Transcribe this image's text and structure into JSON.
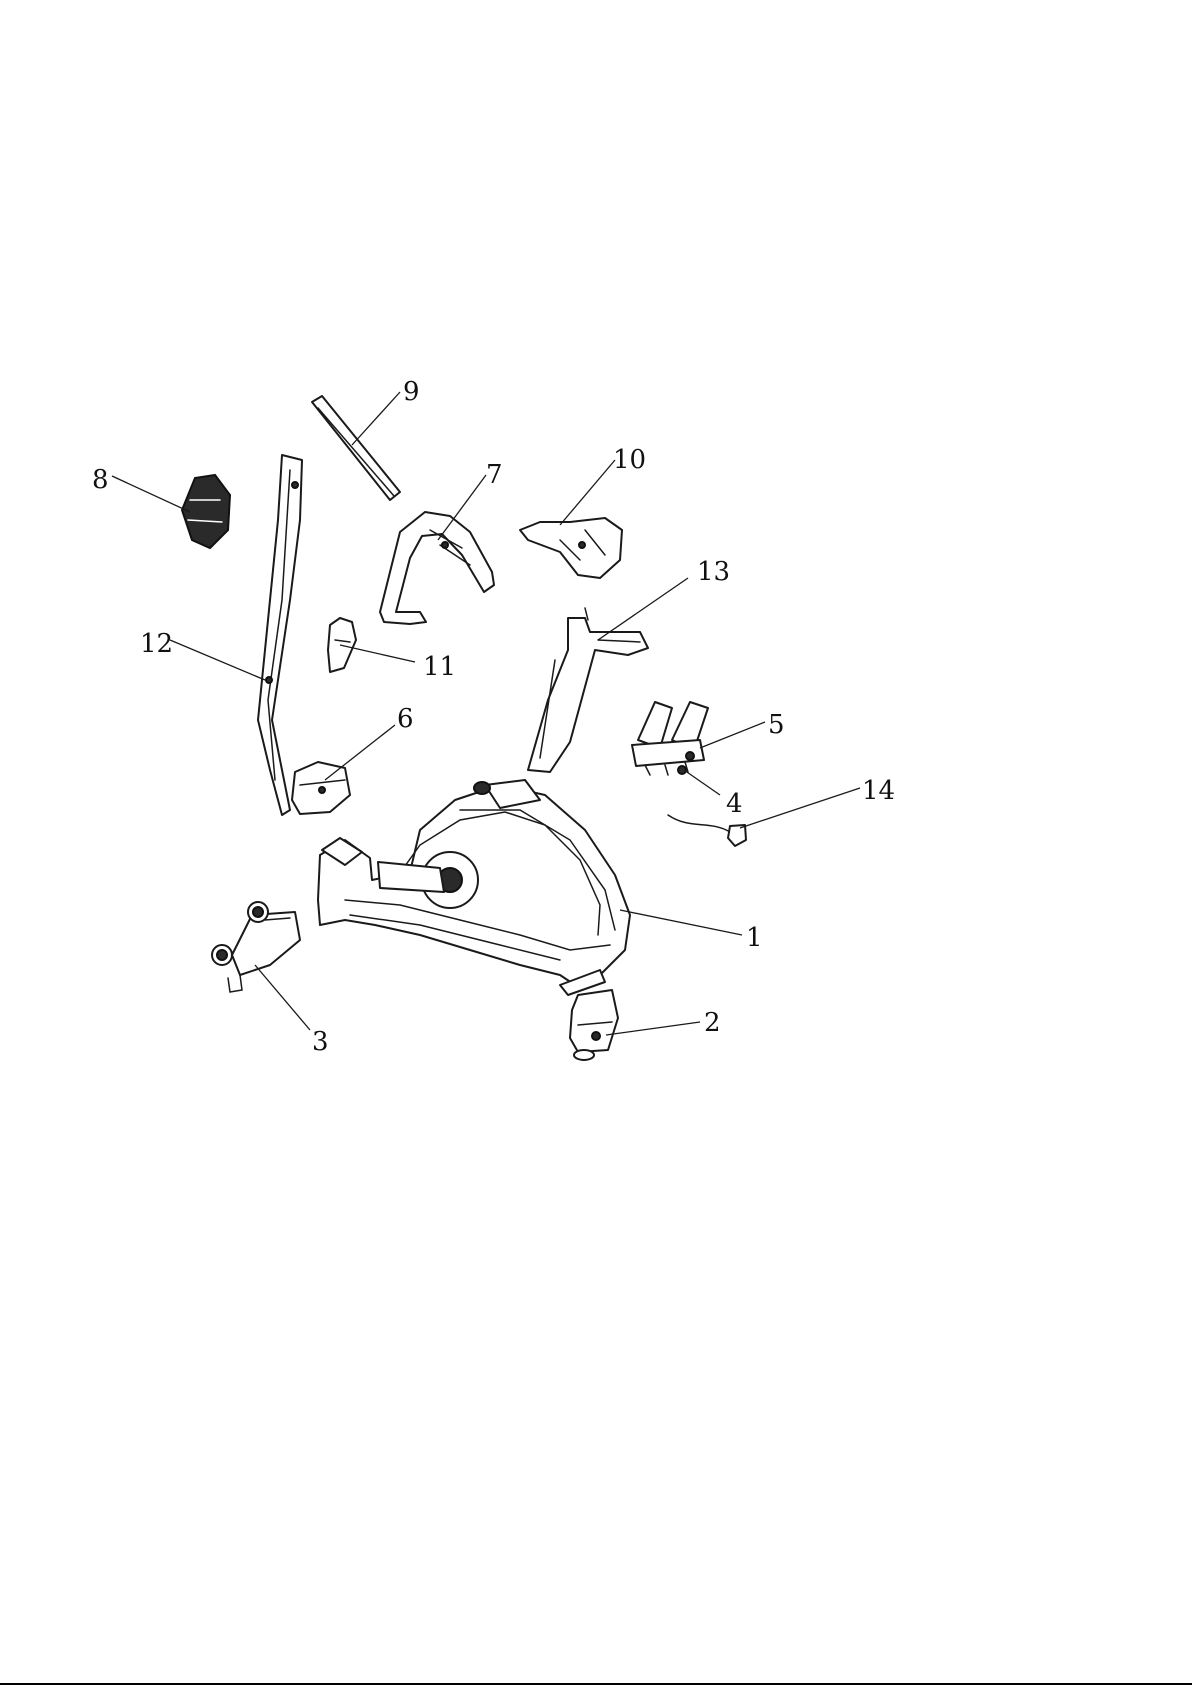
{
  "diagram": {
    "callouts": [
      {
        "id": "1",
        "label": "1"
      },
      {
        "id": "2",
        "label": "2"
      },
      {
        "id": "3",
        "label": "3"
      },
      {
        "id": "4",
        "label": "4"
      },
      {
        "id": "5",
        "label": "5"
      },
      {
        "id": "6",
        "label": "6"
      },
      {
        "id": "7",
        "label": "7"
      },
      {
        "id": "8",
        "label": "8"
      },
      {
        "id": "9",
        "label": "9"
      },
      {
        "id": "10",
        "label": "10"
      },
      {
        "id": "11",
        "label": "11"
      },
      {
        "id": "12",
        "label": "12"
      },
      {
        "id": "13",
        "label": "13"
      },
      {
        "id": "14",
        "label": "14"
      }
    ],
    "colors": {
      "ink": "#1a1a1a",
      "background": "#ffffff"
    }
  }
}
